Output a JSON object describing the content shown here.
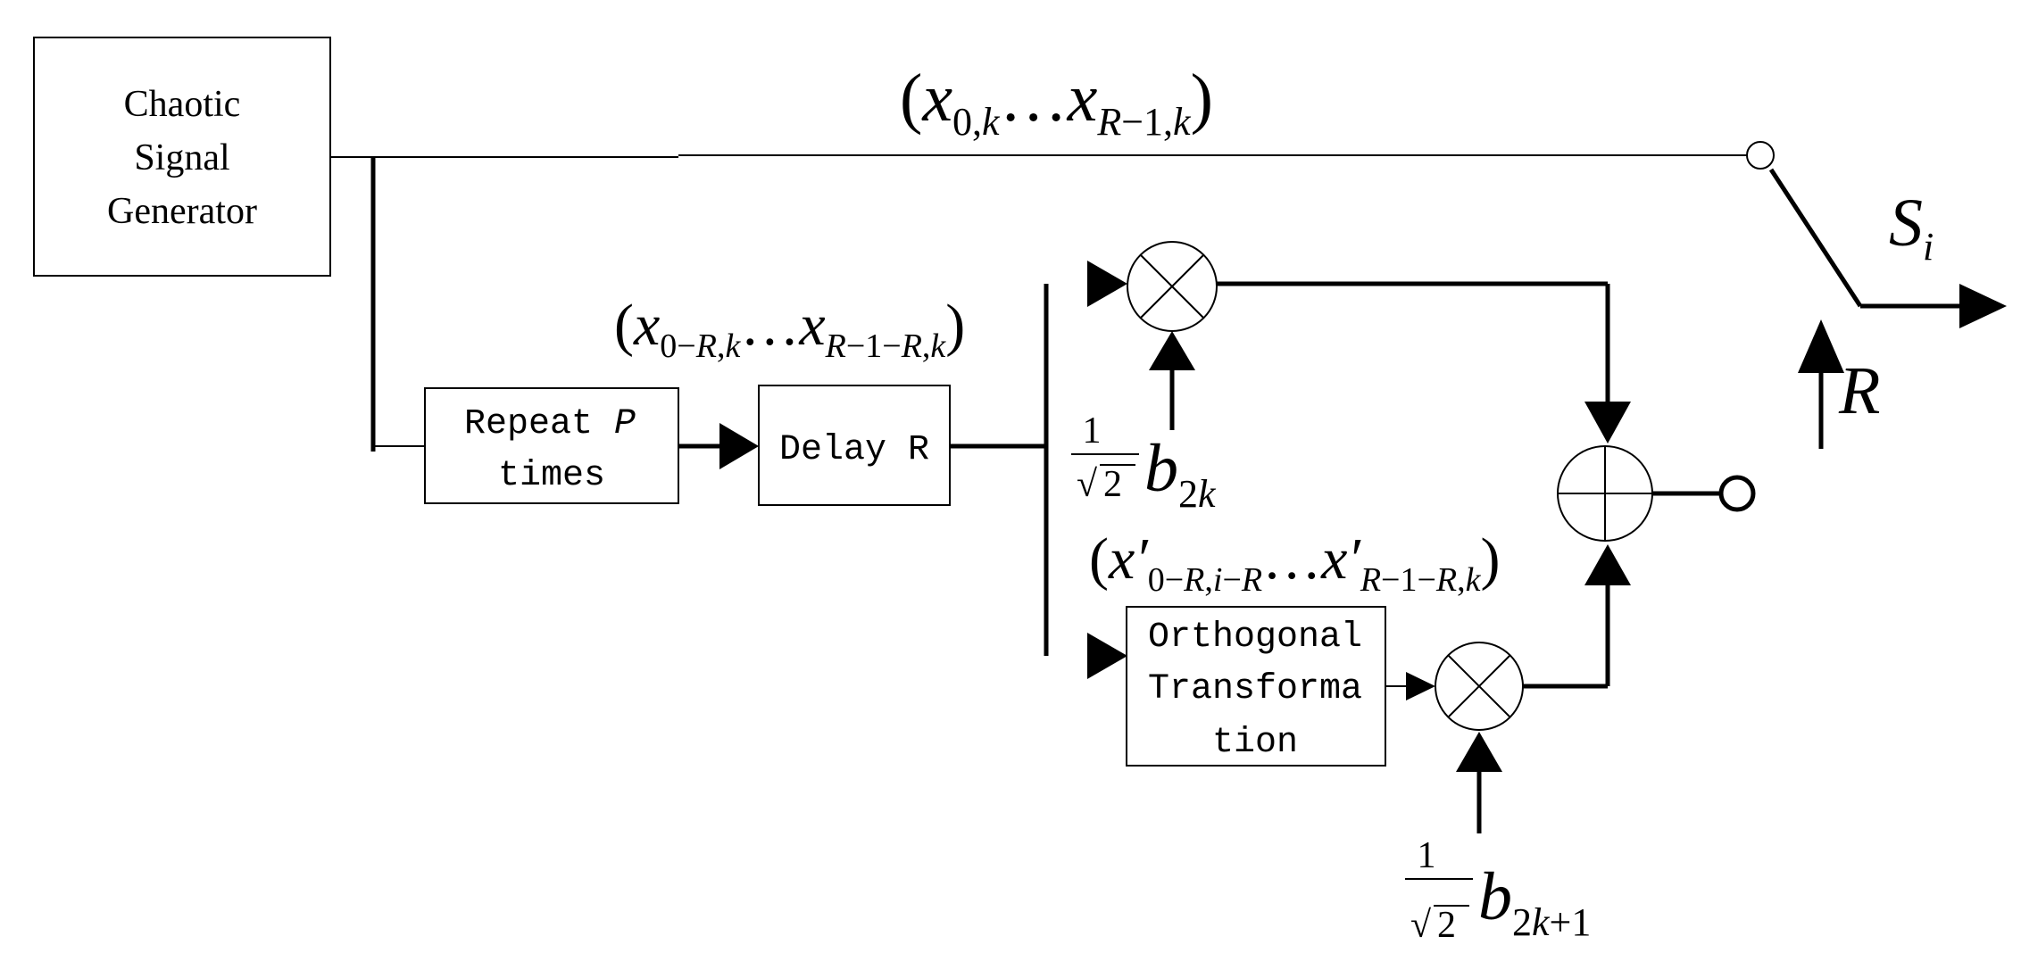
{
  "blocks": {
    "generator": [
      "Chaotic",
      "Signal",
      "Generator"
    ],
    "repeat": {
      "line1": "Repeat ",
      "var": "P",
      "line2": "times"
    },
    "delay": "Delay R",
    "orthogonal": [
      "Orthogonal",
      "Transforma",
      "tion"
    ]
  },
  "labels": {
    "top_signal": {
      "open": "(",
      "x1": "x",
      "s1": "0,",
      "s1k": "k",
      "dots": "…",
      "x2": "x",
      "s2a": "R",
      "s2b": "−1,",
      "s2k": "k",
      "close": ")"
    },
    "delay_input": {
      "open": "(",
      "x1": "x",
      "s1": "0−",
      "s1R": "R",
      "s1c": ",",
      "s1k": "k",
      "dots": "…",
      "x2": "x",
      "s2a": "R",
      "s2b": "−1−",
      "s2R": "R",
      "s2c": ",",
      "s2k": "k",
      "close": ")"
    },
    "orth_output": {
      "open": "(",
      "x1": "x′",
      "s1": "0−",
      "s1R": "R",
      "s1c": ",",
      "s1i": "i",
      "s1d": "−",
      "s1R2": "R",
      "dots": "…",
      "x2": "x′",
      "s2a": "R",
      "s2b": "−1−",
      "s2R": "R",
      "s2c": ",",
      "s2k": "k",
      "close": ")"
    },
    "coef_upper": {
      "num": "1",
      "den": "2",
      "sqrt": "√",
      "b": "b",
      "sub": "2",
      "subk": "k"
    },
    "coef_lower": {
      "num": "1",
      "den": "2",
      "sqrt": "√",
      "b": "b",
      "sub1": "2",
      "subk": "k",
      "sub2": "+1"
    },
    "output": {
      "S": "S",
      "sub": "i"
    },
    "switch_rate": "R"
  }
}
